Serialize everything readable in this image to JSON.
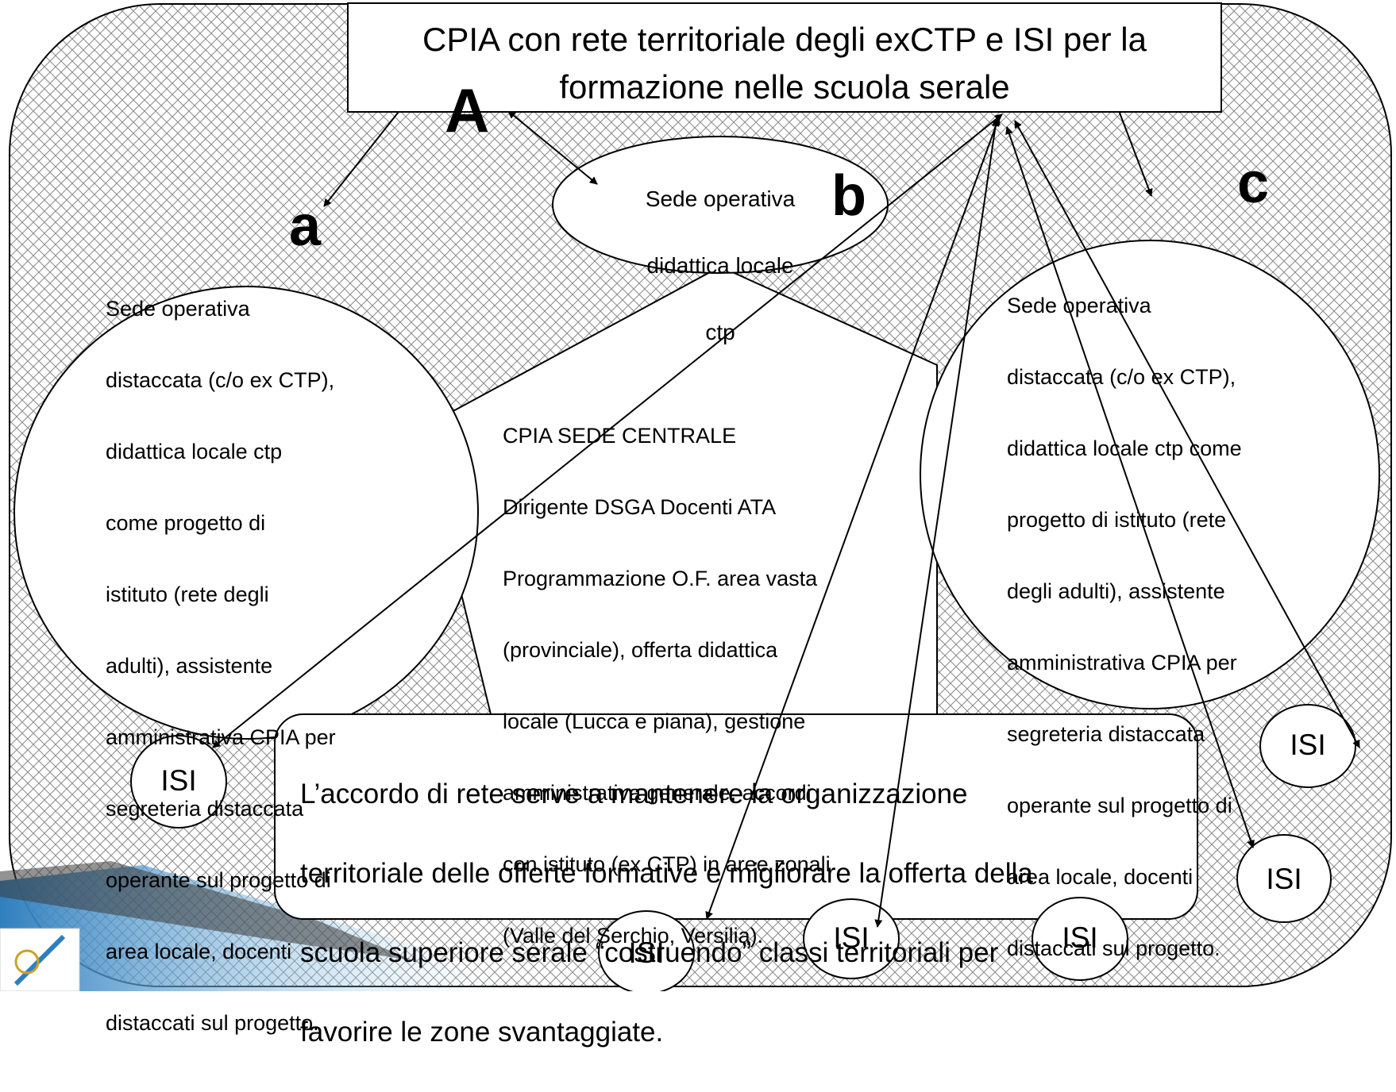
{
  "title": "CPIA con rete territoriale degli exCTP e ISI  per la formazione nelle scuola serale",
  "title_line1": "CPIA con rete territoriale degli exCTP e ISI  per la",
  "title_line2": "formazione nelle scuola serale",
  "letters": {
    "A": "A",
    "a": "a",
    "b": "b",
    "c": "c"
  },
  "top_ellipse": {
    "lines": [
      "Sede operativa",
      "didattica locale",
      "ctp"
    ]
  },
  "left_ellipse": {
    "lines": [
      "Sede operativa",
      "distaccata (c/o ex CTP),",
      "didattica locale ctp",
      "come progetto di",
      "istituto (rete degli",
      "adulti), assistente",
      "amministrativa CPIA per",
      "segreteria distaccata",
      "operante sul progetto di",
      "area locale, docenti",
      "distaccati sul progetto."
    ]
  },
  "right_ellipse": {
    "lines": [
      "Sede operativa",
      "distaccata (c/o ex CTP),",
      "didattica locale ctp come",
      "progetto di istituto (rete",
      "degli adulti), assistente",
      "amministrativa CPIA per",
      "segreteria distaccata",
      "operante sul progetto di",
      "area locale, docenti",
      "distaccati sul progetto."
    ]
  },
  "center": {
    "lines": [
      "CPIA  SEDE  CENTRALE",
      "Dirigente DSGA Docenti   ATA",
      "Programmazione  O.F. area vasta",
      "(provinciale),  offerta didattica",
      "locale (Lucca e piana), gestione",
      "amministrativa generale,  accordi",
      "con istituto (ex CTP) in aree zonali",
      "(Valle del Serchio, Versilia)."
    ]
  },
  "agreement": {
    "lines": [
      "L’accordo  di rete serve a mantenere la organizzazione",
      "territoriale delle offerte formative e migliorare la offerta della",
      "scuola superiore serale “costruendo”  classi territoriali per",
      "favorire le zone svantaggiate."
    ]
  },
  "isi_label": "ISI",
  "colors": {
    "background": "#ffffff",
    "hatch_line": "#8a8a8a",
    "stroke": "#000000",
    "logo_blue": "#3a8fc9",
    "logo_dark": "#1f3f6b"
  }
}
